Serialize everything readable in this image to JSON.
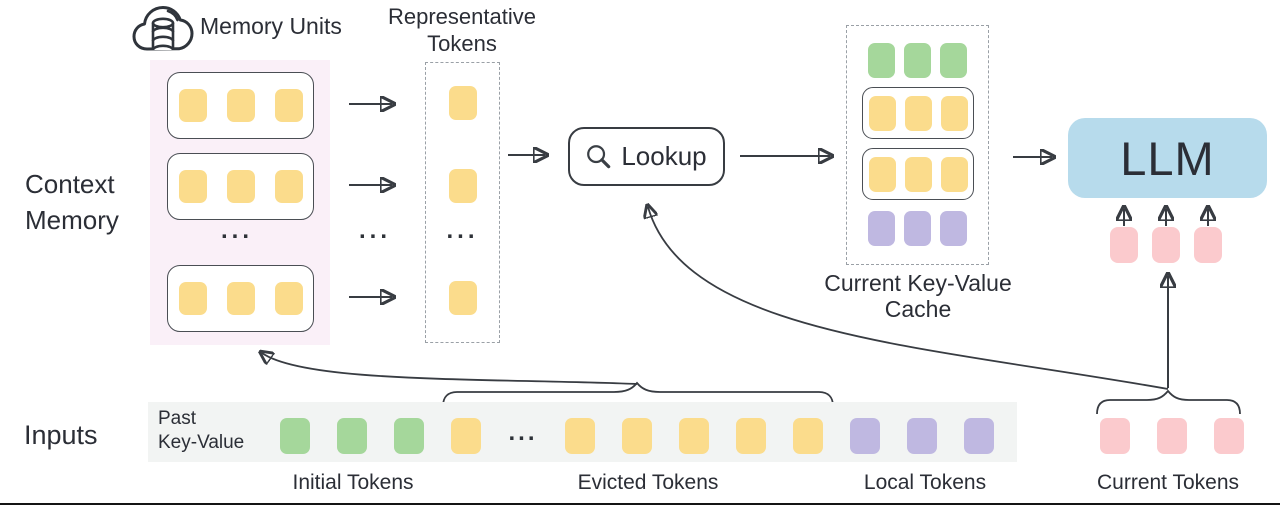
{
  "labels": {
    "memory_units": "Memory Units",
    "context_memory_line1": "Context",
    "context_memory_line2": "Memory",
    "representative_line1": "Representative",
    "representative_line2": "Tokens",
    "lookup": "Lookup",
    "cache_line1": "Current Key-Value",
    "cache_line2": "Cache",
    "llm": "LLM",
    "inputs": "Inputs",
    "past_kv_line1": "Past",
    "past_kv_line2": "Key-Value",
    "initial_tokens": "Initial Tokens",
    "evicted_tokens": "Evicted Tokens",
    "local_tokens": "Local Tokens",
    "current_tokens": "Current Tokens",
    "ellipsis": "..."
  },
  "colors": {
    "token_yellow": "#fbdc8c",
    "token_green": "#a5d79b",
    "token_purple": "#bfb8e1",
    "token_pink": "#fbcacd",
    "memory_box_bg": "#faf0f8",
    "llm_bg": "#b7dbec",
    "strip_bg": "#f2f4f3",
    "stroke": "#383c42",
    "dash_border": "#9aa0a6"
  },
  "tokens": {
    "memory_row": [
      "yellow",
      "yellow",
      "yellow"
    ],
    "representative": [
      "yellow",
      "yellow",
      "yellow"
    ],
    "cache_initial": [
      "green",
      "green",
      "green"
    ],
    "cache_unit": [
      "yellow",
      "yellow",
      "yellow"
    ],
    "cache_local": [
      "purple",
      "purple",
      "purple"
    ],
    "past_sequence": [
      "green",
      "green",
      "green",
      "yellow",
      "dots",
      "yellow",
      "yellow",
      "yellow",
      "yellow",
      "yellow",
      "purple",
      "purple",
      "purple"
    ],
    "current": [
      "pink",
      "pink",
      "pink"
    ],
    "llm_inputs": [
      "pink",
      "pink",
      "pink"
    ]
  }
}
